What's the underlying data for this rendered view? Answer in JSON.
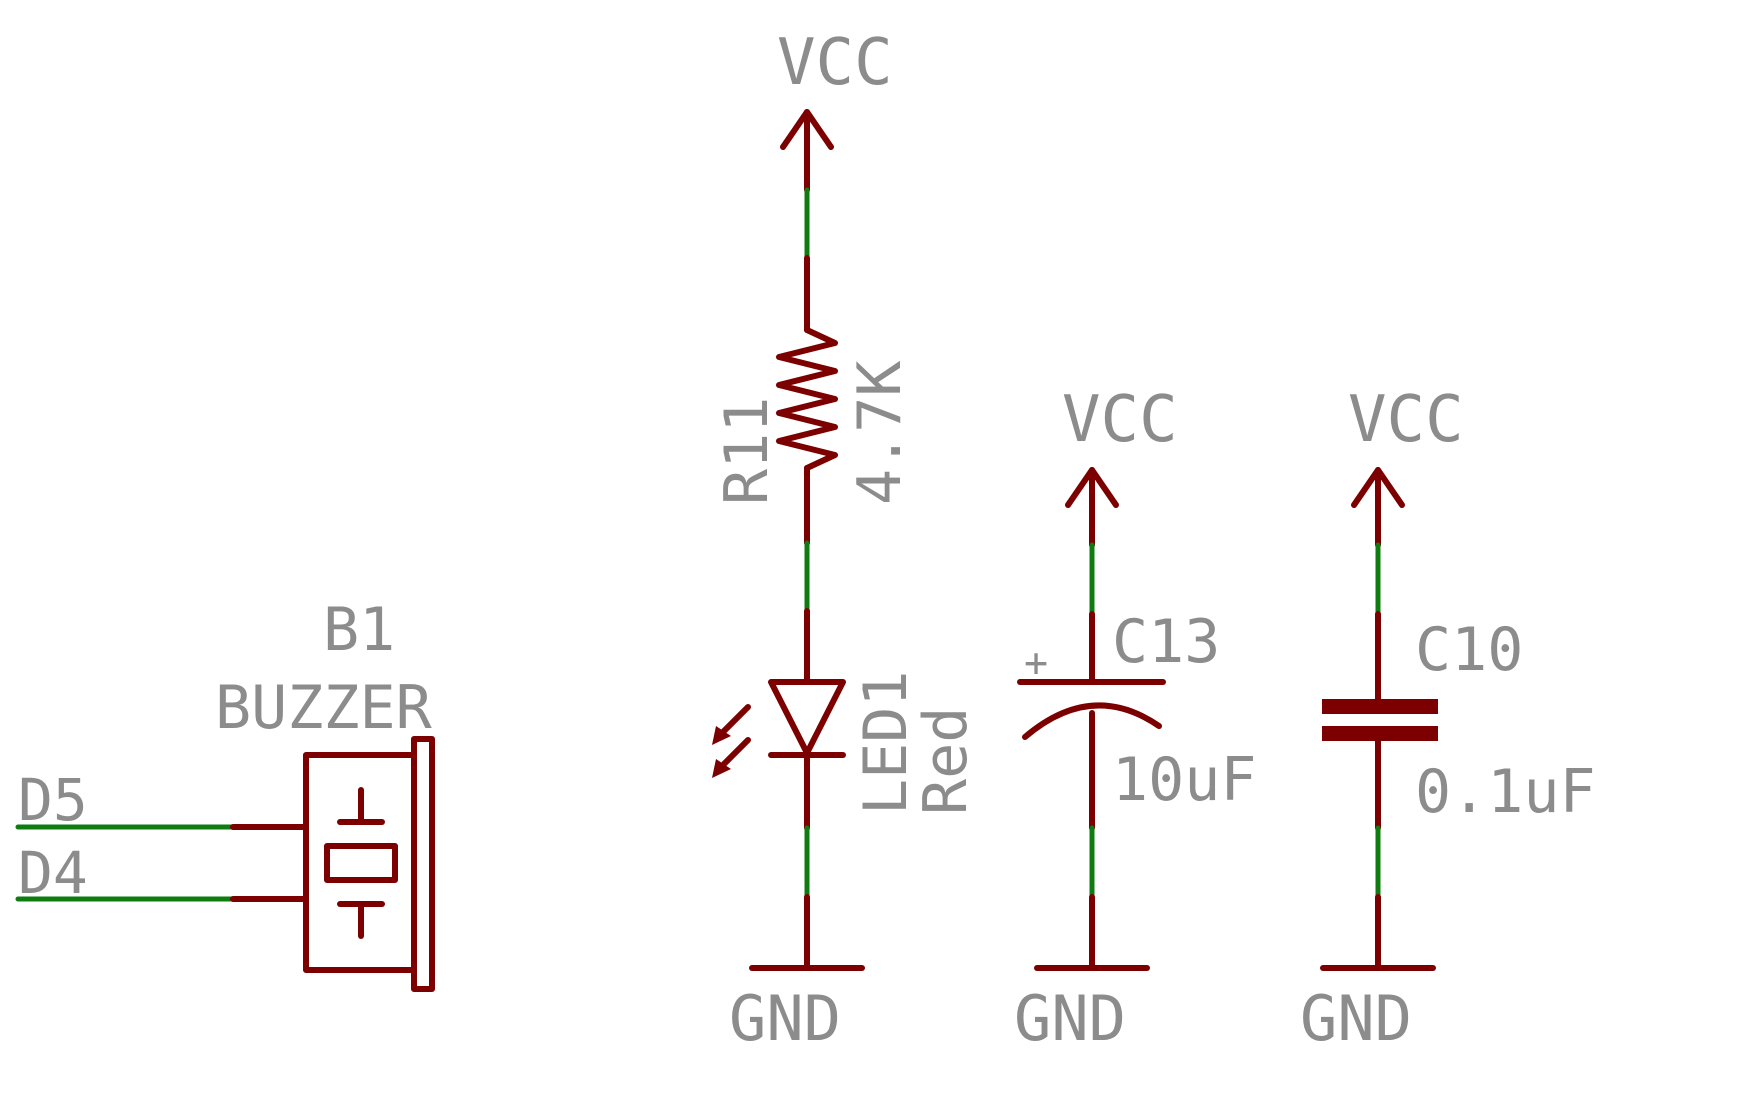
{
  "colors": {
    "part": "#7d0000",
    "wire": "#0e7c10",
    "label": "#8c8c8c",
    "background": "#ffffff"
  },
  "nets": {
    "vcc_r11": "VCC",
    "vcc_c13": "VCC",
    "vcc_c10": "VCC",
    "gnd_led": "GND",
    "gnd_c13": "GND",
    "gnd_c10": "GND",
    "d5": "D5",
    "d4": "D4"
  },
  "components": {
    "buzzer": {
      "ref": "B1",
      "value": "BUZZER"
    },
    "resistor": {
      "ref": "R11",
      "value": "4.7K"
    },
    "led": {
      "ref": "LED1",
      "value": "Red"
    },
    "cap_electrolytic": {
      "ref": "C13",
      "value": "10uF",
      "polarity": "+"
    },
    "cap_ceramic": {
      "ref": "C10",
      "value": "0.1uF"
    }
  }
}
